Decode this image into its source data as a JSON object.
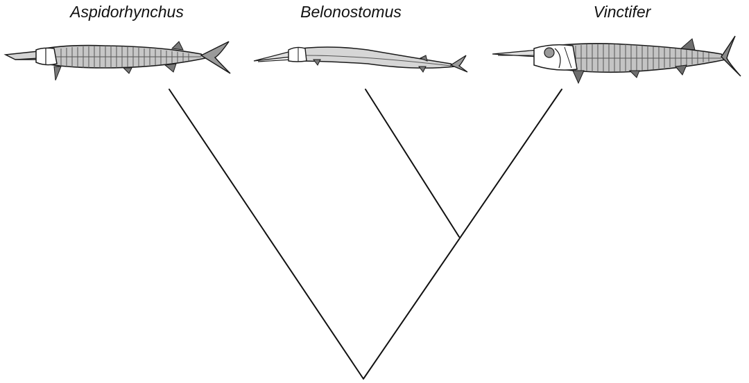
{
  "taxa": [
    {
      "name": "Aspidorhynchus"
    },
    {
      "name": "Belonostomus"
    },
    {
      "name": "Vinctifer"
    }
  ],
  "colors": {
    "line": "#111111",
    "fish_body": "#c9c9c9",
    "fish_outline": "#1a1a1a",
    "background": "#ffffff"
  },
  "icons": {
    "aspidorhynchus": "fish-illustration",
    "belonostomus": "fish-illustration",
    "vinctifer": "fish-illustration"
  }
}
